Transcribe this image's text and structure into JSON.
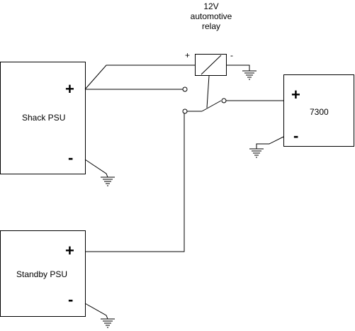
{
  "relay": {
    "title": "12V\nautomotive\nrelay",
    "plus": "+",
    "minus": "-"
  },
  "shack_psu": {
    "label": "Shack PSU",
    "plus": "+",
    "minus": "-"
  },
  "standby_psu": {
    "label": "Standby PSU",
    "plus": "+",
    "minus": "-"
  },
  "radio": {
    "label": "7300",
    "plus": "+",
    "minus": "-"
  }
}
